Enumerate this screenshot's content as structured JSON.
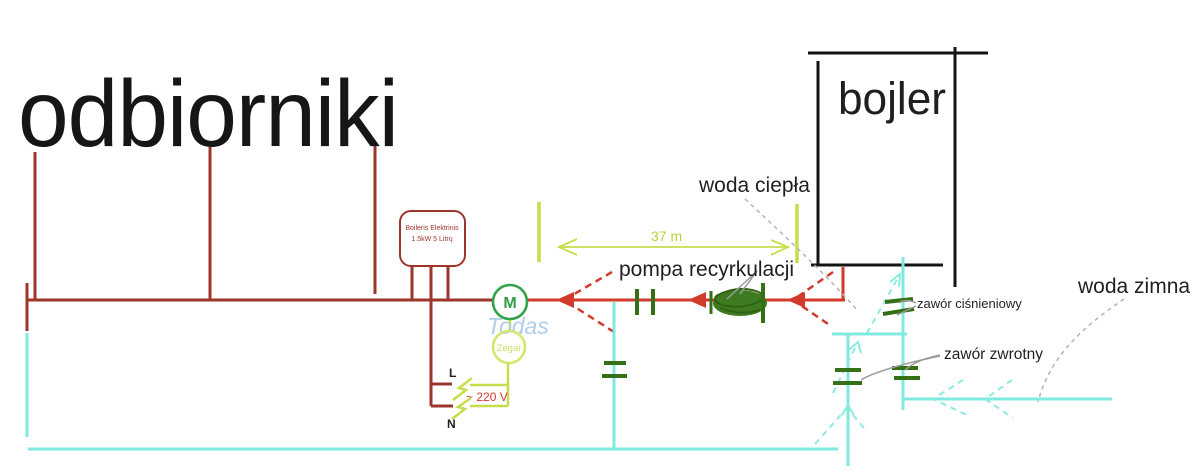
{
  "title": "odbiorniki",
  "boiler": {
    "label": "bojler"
  },
  "electric_boiler": {
    "line1": "Boileris Elektrinis",
    "line2": "1.5kW 5 Litrų"
  },
  "pump_unit": {
    "motor_label": "M",
    "timer_label": "Zegar",
    "watermark": "Todas",
    "voltage": "~ 220 V",
    "live_label": "L",
    "neutral_label": "N"
  },
  "labels": {
    "hot_water": "woda ciepła",
    "cold_water": "woda zimna",
    "recirculation_pump": "pompa recyrkulacji",
    "pressure_valve": "zawór ciśnieniowy",
    "check_valve": "zawór zwrotny",
    "distance": "37 m"
  },
  "colors": {
    "hot_pipe_dark": "#9e352b",
    "hot_pipe_bright": "#d23a2c",
    "cold_pipe": "#7fe9df",
    "boiler_outline": "#141414",
    "motor_green": "#33a34a",
    "valve_green": "#356f16",
    "accent_lime": "#c6de4b",
    "watermark_blue": "#a6c9ea",
    "leader_gray": "#9b9b9b"
  }
}
